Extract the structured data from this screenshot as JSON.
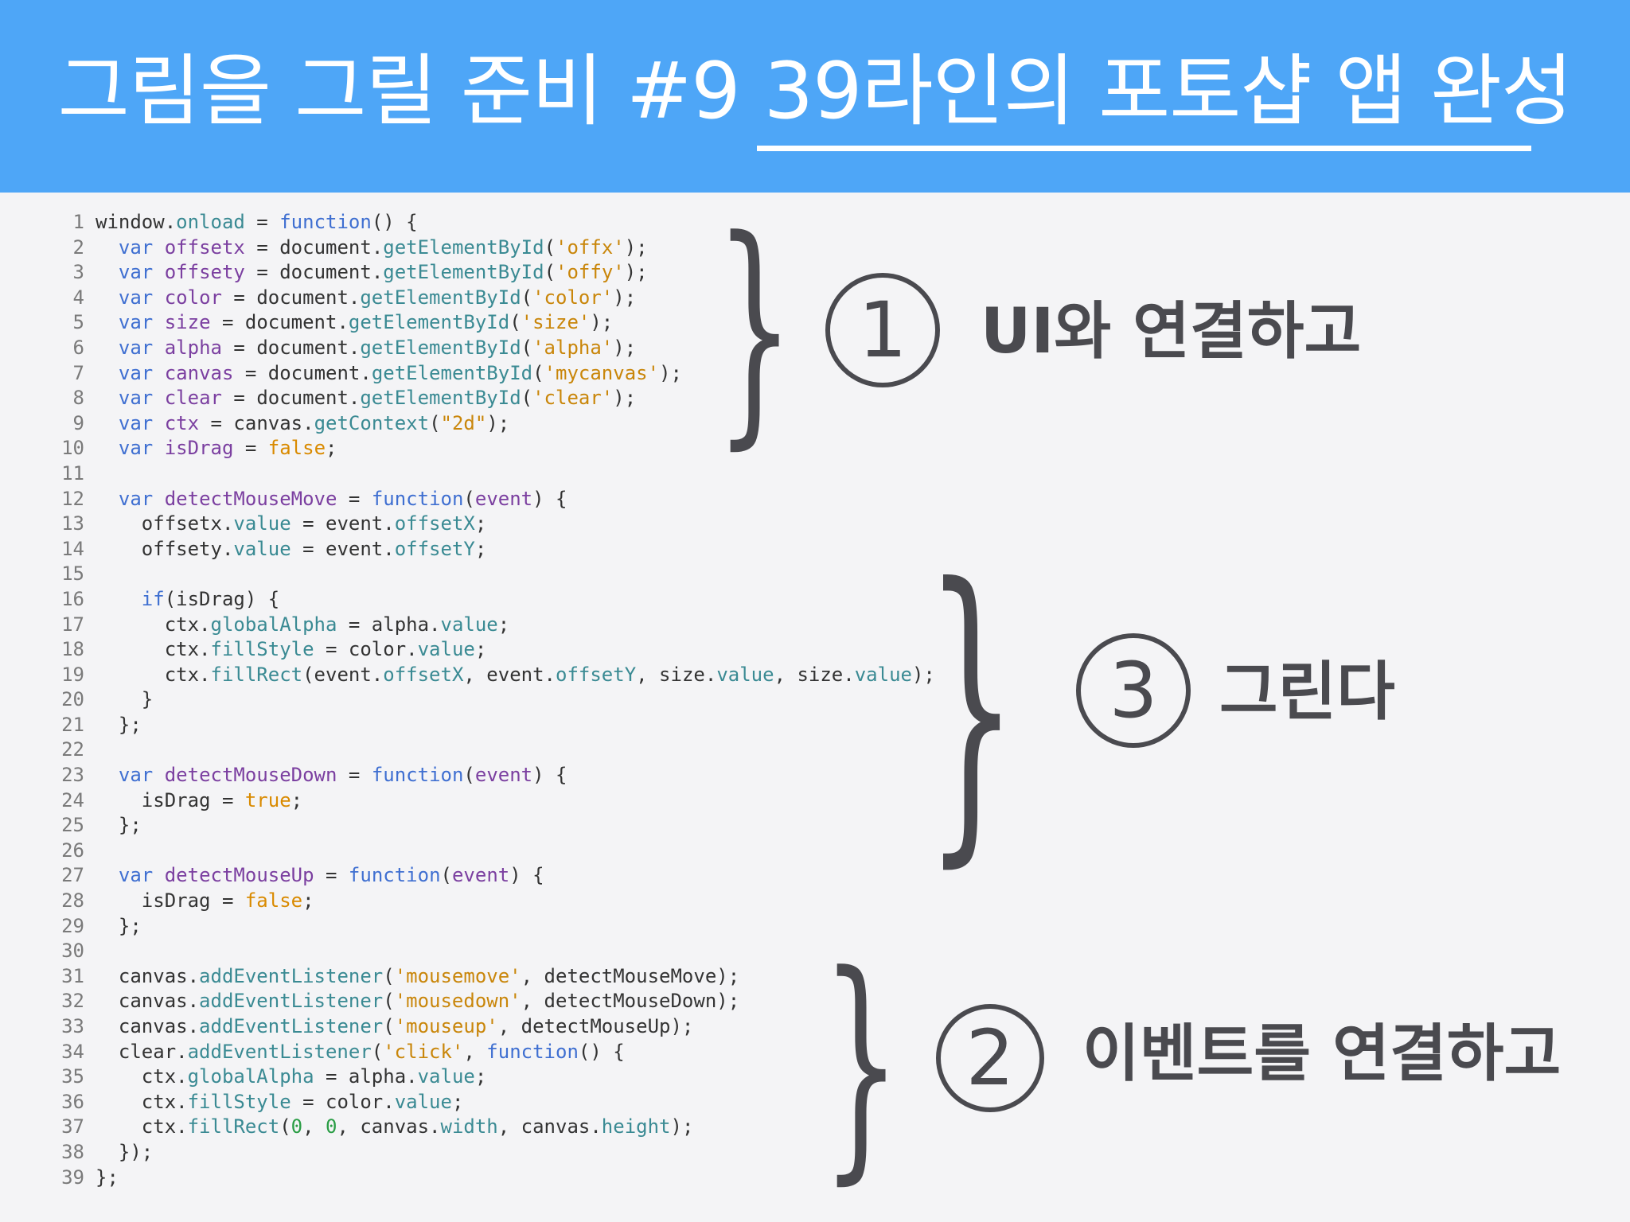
{
  "title": "그림을 그릴 준비 #9 39라인의 포토샵 앱 완성",
  "code_lines": [
    {
      "n": "1",
      "tokens": [
        [
          "plain",
          "window."
        ],
        [
          "prop",
          "onload"
        ],
        [
          "plain",
          " = "
        ],
        [
          "kw",
          "function"
        ],
        [
          "plain",
          "() {"
        ]
      ]
    },
    {
      "n": "2",
      "tokens": [
        [
          "plain",
          "  "
        ],
        [
          "kw",
          "var"
        ],
        [
          "plain",
          " "
        ],
        [
          "id",
          "offsetx"
        ],
        [
          "plain",
          " = document."
        ],
        [
          "prop",
          "getElementById"
        ],
        [
          "plain",
          "("
        ],
        [
          "str",
          "'offx'"
        ],
        [
          "plain",
          ");"
        ]
      ]
    },
    {
      "n": "3",
      "tokens": [
        [
          "plain",
          "  "
        ],
        [
          "kw",
          "var"
        ],
        [
          "plain",
          " "
        ],
        [
          "id",
          "offsety"
        ],
        [
          "plain",
          " = document."
        ],
        [
          "prop",
          "getElementById"
        ],
        [
          "plain",
          "("
        ],
        [
          "str",
          "'offy'"
        ],
        [
          "plain",
          ");"
        ]
      ]
    },
    {
      "n": "4",
      "tokens": [
        [
          "plain",
          "  "
        ],
        [
          "kw",
          "var"
        ],
        [
          "plain",
          " "
        ],
        [
          "id",
          "color"
        ],
        [
          "plain",
          " = document."
        ],
        [
          "prop",
          "getElementById"
        ],
        [
          "plain",
          "("
        ],
        [
          "str",
          "'color'"
        ],
        [
          "plain",
          ");"
        ]
      ]
    },
    {
      "n": "5",
      "tokens": [
        [
          "plain",
          "  "
        ],
        [
          "kw",
          "var"
        ],
        [
          "plain",
          " "
        ],
        [
          "id",
          "size"
        ],
        [
          "plain",
          " = document."
        ],
        [
          "prop",
          "getElementById"
        ],
        [
          "plain",
          "("
        ],
        [
          "str",
          "'size'"
        ],
        [
          "plain",
          ");"
        ]
      ]
    },
    {
      "n": "6",
      "tokens": [
        [
          "plain",
          "  "
        ],
        [
          "kw",
          "var"
        ],
        [
          "plain",
          " "
        ],
        [
          "id",
          "alpha"
        ],
        [
          "plain",
          " = document."
        ],
        [
          "prop",
          "getElementById"
        ],
        [
          "plain",
          "("
        ],
        [
          "str",
          "'alpha'"
        ],
        [
          "plain",
          ");"
        ]
      ]
    },
    {
      "n": "7",
      "tokens": [
        [
          "plain",
          "  "
        ],
        [
          "kw",
          "var"
        ],
        [
          "plain",
          " "
        ],
        [
          "id",
          "canvas"
        ],
        [
          "plain",
          " = document."
        ],
        [
          "prop",
          "getElementById"
        ],
        [
          "plain",
          "("
        ],
        [
          "str",
          "'mycanvas'"
        ],
        [
          "plain",
          ");"
        ]
      ]
    },
    {
      "n": "8",
      "tokens": [
        [
          "plain",
          "  "
        ],
        [
          "kw",
          "var"
        ],
        [
          "plain",
          " "
        ],
        [
          "id",
          "clear"
        ],
        [
          "plain",
          " = document."
        ],
        [
          "prop",
          "getElementById"
        ],
        [
          "plain",
          "("
        ],
        [
          "str",
          "'clear'"
        ],
        [
          "plain",
          ");"
        ]
      ]
    },
    {
      "n": "9",
      "tokens": [
        [
          "plain",
          "  "
        ],
        [
          "kw",
          "var"
        ],
        [
          "plain",
          " "
        ],
        [
          "id",
          "ctx"
        ],
        [
          "plain",
          " = canvas."
        ],
        [
          "prop",
          "getContext"
        ],
        [
          "plain",
          "("
        ],
        [
          "str",
          "\"2d\""
        ],
        [
          "plain",
          ");"
        ]
      ]
    },
    {
      "n": "10",
      "tokens": [
        [
          "plain",
          "  "
        ],
        [
          "kw",
          "var"
        ],
        [
          "plain",
          " "
        ],
        [
          "id",
          "isDrag"
        ],
        [
          "plain",
          " = "
        ],
        [
          "bool",
          "false"
        ],
        [
          "plain",
          ";"
        ]
      ]
    },
    {
      "n": "11",
      "tokens": []
    },
    {
      "n": "12",
      "tokens": [
        [
          "plain",
          "  "
        ],
        [
          "kw",
          "var"
        ],
        [
          "plain",
          " "
        ],
        [
          "id",
          "detectMouseMove"
        ],
        [
          "plain",
          " = "
        ],
        [
          "kw",
          "function"
        ],
        [
          "plain",
          "("
        ],
        [
          "id",
          "event"
        ],
        [
          "plain",
          ") {"
        ]
      ]
    },
    {
      "n": "13",
      "tokens": [
        [
          "plain",
          "    offsetx."
        ],
        [
          "prop",
          "value"
        ],
        [
          "plain",
          " = event."
        ],
        [
          "prop",
          "offsetX"
        ],
        [
          "plain",
          ";"
        ]
      ]
    },
    {
      "n": "14",
      "tokens": [
        [
          "plain",
          "    offsety."
        ],
        [
          "prop",
          "value"
        ],
        [
          "plain",
          " = event."
        ],
        [
          "prop",
          "offsetY"
        ],
        [
          "plain",
          ";"
        ]
      ]
    },
    {
      "n": "15",
      "tokens": []
    },
    {
      "n": "16",
      "tokens": [
        [
          "plain",
          "    "
        ],
        [
          "kw",
          "if"
        ],
        [
          "plain",
          "(isDrag) {"
        ]
      ]
    },
    {
      "n": "17",
      "tokens": [
        [
          "plain",
          "      ctx."
        ],
        [
          "prop",
          "globalAlpha"
        ],
        [
          "plain",
          " = alpha."
        ],
        [
          "prop",
          "value"
        ],
        [
          "plain",
          ";"
        ]
      ]
    },
    {
      "n": "18",
      "tokens": [
        [
          "plain",
          "      ctx."
        ],
        [
          "prop",
          "fillStyle"
        ],
        [
          "plain",
          " = color."
        ],
        [
          "prop",
          "value"
        ],
        [
          "plain",
          ";"
        ]
      ]
    },
    {
      "n": "19",
      "tokens": [
        [
          "plain",
          "      ctx."
        ],
        [
          "prop",
          "fillRect"
        ],
        [
          "plain",
          "(event."
        ],
        [
          "prop",
          "offsetX"
        ],
        [
          "plain",
          ", event."
        ],
        [
          "prop",
          "offsetY"
        ],
        [
          "plain",
          ", size."
        ],
        [
          "prop",
          "value"
        ],
        [
          "plain",
          ", size."
        ],
        [
          "prop",
          "value"
        ],
        [
          "plain",
          ");"
        ]
      ]
    },
    {
      "n": "20",
      "tokens": [
        [
          "plain",
          "    }"
        ]
      ]
    },
    {
      "n": "21",
      "tokens": [
        [
          "plain",
          "  };"
        ]
      ]
    },
    {
      "n": "22",
      "tokens": []
    },
    {
      "n": "23",
      "tokens": [
        [
          "plain",
          "  "
        ],
        [
          "kw",
          "var"
        ],
        [
          "plain",
          " "
        ],
        [
          "id",
          "detectMouseDown"
        ],
        [
          "plain",
          " = "
        ],
        [
          "kw",
          "function"
        ],
        [
          "plain",
          "("
        ],
        [
          "id",
          "event"
        ],
        [
          "plain",
          ") {"
        ]
      ]
    },
    {
      "n": "24",
      "tokens": [
        [
          "plain",
          "    isDrag = "
        ],
        [
          "bool",
          "true"
        ],
        [
          "plain",
          ";"
        ]
      ]
    },
    {
      "n": "25",
      "tokens": [
        [
          "plain",
          "  };"
        ]
      ]
    },
    {
      "n": "26",
      "tokens": []
    },
    {
      "n": "27",
      "tokens": [
        [
          "plain",
          "  "
        ],
        [
          "kw",
          "var"
        ],
        [
          "plain",
          " "
        ],
        [
          "id",
          "detectMouseUp"
        ],
        [
          "plain",
          " = "
        ],
        [
          "kw",
          "function"
        ],
        [
          "plain",
          "("
        ],
        [
          "id",
          "event"
        ],
        [
          "plain",
          ") {"
        ]
      ]
    },
    {
      "n": "28",
      "tokens": [
        [
          "plain",
          "    isDrag = "
        ],
        [
          "bool",
          "false"
        ],
        [
          "plain",
          ";"
        ]
      ]
    },
    {
      "n": "29",
      "tokens": [
        [
          "plain",
          "  };"
        ]
      ]
    },
    {
      "n": "30",
      "tokens": []
    },
    {
      "n": "31",
      "tokens": [
        [
          "plain",
          "  canvas."
        ],
        [
          "prop",
          "addEventListener"
        ],
        [
          "plain",
          "("
        ],
        [
          "str",
          "'mousemove'"
        ],
        [
          "plain",
          ", detectMouseMove);"
        ]
      ]
    },
    {
      "n": "32",
      "tokens": [
        [
          "plain",
          "  canvas."
        ],
        [
          "prop",
          "addEventListener"
        ],
        [
          "plain",
          "("
        ],
        [
          "str",
          "'mousedown'"
        ],
        [
          "plain",
          ", detectMouseDown);"
        ]
      ]
    },
    {
      "n": "33",
      "tokens": [
        [
          "plain",
          "  canvas."
        ],
        [
          "prop",
          "addEventListener"
        ],
        [
          "plain",
          "("
        ],
        [
          "str",
          "'mouseup'"
        ],
        [
          "plain",
          ", detectMouseUp);"
        ]
      ]
    },
    {
      "n": "34",
      "tokens": [
        [
          "plain",
          "  clear."
        ],
        [
          "prop",
          "addEventListener"
        ],
        [
          "plain",
          "("
        ],
        [
          "str",
          "'click'"
        ],
        [
          "plain",
          ", "
        ],
        [
          "kw",
          "function"
        ],
        [
          "plain",
          "() {"
        ]
      ]
    },
    {
      "n": "35",
      "tokens": [
        [
          "plain",
          "    ctx."
        ],
        [
          "prop",
          "globalAlpha"
        ],
        [
          "plain",
          " = alpha."
        ],
        [
          "prop",
          "value"
        ],
        [
          "plain",
          ";"
        ]
      ]
    },
    {
      "n": "36",
      "tokens": [
        [
          "plain",
          "    ctx."
        ],
        [
          "prop",
          "fillStyle"
        ],
        [
          "plain",
          " = color."
        ],
        [
          "prop",
          "value"
        ],
        [
          "plain",
          ";"
        ]
      ]
    },
    {
      "n": "37",
      "tokens": [
        [
          "plain",
          "    ctx."
        ],
        [
          "prop",
          "fillRect"
        ],
        [
          "plain",
          "("
        ],
        [
          "num",
          "0"
        ],
        [
          "plain",
          ", "
        ],
        [
          "num",
          "0"
        ],
        [
          "plain",
          ", canvas."
        ],
        [
          "prop",
          "width"
        ],
        [
          "plain",
          ", canvas."
        ],
        [
          "prop",
          "height"
        ],
        [
          "plain",
          ");"
        ]
      ]
    },
    {
      "n": "38",
      "tokens": [
        [
          "plain",
          "  });"
        ]
      ]
    },
    {
      "n": "39",
      "tokens": [
        [
          "plain",
          "};"
        ]
      ]
    }
  ],
  "annotations": {
    "step1": {
      "number": "1",
      "label": "UI와 연결하고"
    },
    "step3": {
      "number": "3",
      "label": "그린다"
    },
    "step2": {
      "number": "2",
      "label": "이벤트를 연결하고"
    }
  },
  "brace_glyph": "}",
  "colors": {
    "header_bg": "#4ea6f7",
    "keyword": "#3f6fd1",
    "identifier": "#7b3fa0",
    "property": "#3a8a93",
    "string": "#c9860a",
    "annotation": "#4a4a4f"
  }
}
